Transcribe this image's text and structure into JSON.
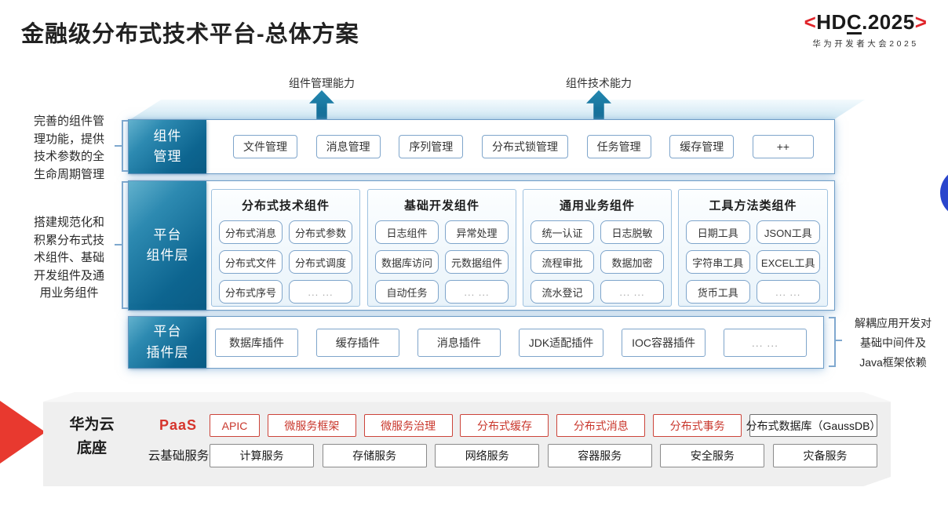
{
  "header": {
    "title": "金融级分布式技术平台-总体方案"
  },
  "logo": {
    "open": "<",
    "hd": "HD",
    "c": "C",
    "year": ".2025",
    "close": ">",
    "subtitle": "华为开发者大会2025"
  },
  "arrows": {
    "left": "组件管理能力",
    "right": "组件技术能力"
  },
  "annotations": {
    "left_top": "完善的组件管\n理功能，提供\n技术参数的全\n生命周期管理",
    "left_mid": "搭建规范化和\n积累分布式技\n术组件、基础\n开发组件及通\n用业务组件",
    "right": "解耦应用开发对\n基础中间件及\nJava框架依赖"
  },
  "component_management": {
    "label": "组件\n管理",
    "items": [
      "文件管理",
      "消息管理",
      "序列管理",
      "分布式锁管理",
      "任务管理",
      "缓存管理",
      "++"
    ]
  },
  "platform_components": {
    "label": "平台\n组件层",
    "groups": [
      {
        "title": "分布式技术组件",
        "items": [
          "分布式消息",
          "分布式参数",
          "分布式文件",
          "分布式调度",
          "分布式序号",
          "... ..."
        ]
      },
      {
        "title": "基础开发组件",
        "items": [
          "日志组件",
          "异常处理",
          "数据库访问",
          "元数据组件",
          "自动任务",
          "... ..."
        ]
      },
      {
        "title": "通用业务组件",
        "items": [
          "统一认证",
          "日志脱敏",
          "流程审批",
          "数据加密",
          "流水登记",
          "... ..."
        ]
      },
      {
        "title": "工具方法类组件",
        "items": [
          "日期工具",
          "JSON工具",
          "字符串工具",
          "EXCEL工具",
          "货币工具",
          "... ..."
        ]
      }
    ]
  },
  "platform_plugins": {
    "label": "平台\n插件层",
    "items": [
      "数据库插件",
      "缓存插件",
      "消息插件",
      "JDK适配插件",
      "IOC容器插件",
      "... ..."
    ]
  },
  "cloud_base": {
    "label": "华为云\n底座",
    "paas_label": "PaaS",
    "paas_items": [
      "APIC",
      "微服务框架",
      "微服务治理",
      "分布式缓存",
      "分布式消息",
      "分布式事务"
    ],
    "paas_db": "分布式数据库（GaussDB）",
    "iaas_label": "云基础服务",
    "iaas_items": [
      "计算服务",
      "存储服务",
      "网络服务",
      "容器服务",
      "安全服务",
      "灾备服务"
    ]
  },
  "colors": {
    "teal": "#0d6590",
    "red": "#e0392e",
    "blue_circle": "#2b46cc",
    "border_blue": "#7fa5cb"
  }
}
